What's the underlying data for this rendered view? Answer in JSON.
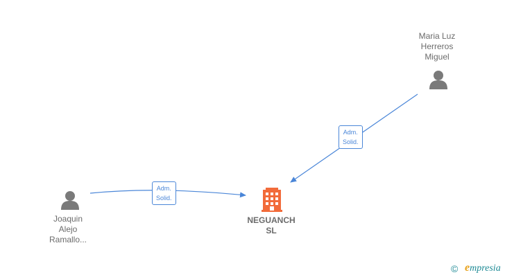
{
  "nodes": {
    "person_top": {
      "label": "Maria Luz\nHerreros\nMiguel",
      "icon": "person-icon"
    },
    "person_left": {
      "label": "Joaquin\nAlejo\nRamallo...",
      "icon": "person-icon"
    },
    "company": {
      "label": "NEGUANCH\nSL",
      "icon": "building-icon"
    }
  },
  "edges": {
    "top_to_company": {
      "label": "Adm.\nSolid."
    },
    "left_to_company": {
      "label": "Adm.\nSolid."
    }
  },
  "footer": {
    "copyright": "©",
    "brand_initial": "e",
    "brand_rest": "mpresia"
  },
  "colors": {
    "person": "#7a7a7a",
    "company": "#f26b3a",
    "edge": "#4a86d8",
    "brand": "#1e8a95",
    "brand_accent": "#e8a21c"
  }
}
